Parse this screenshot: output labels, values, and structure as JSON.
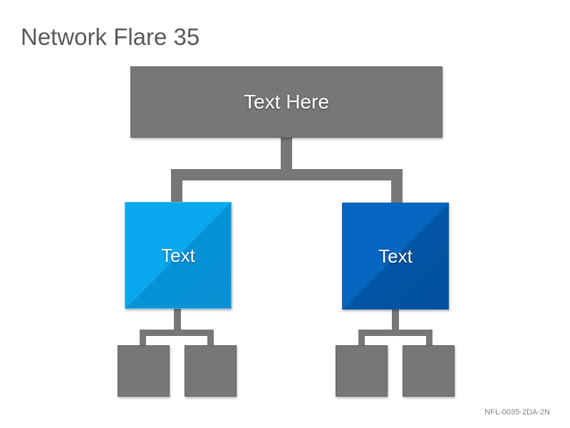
{
  "title": "Network Flare 35",
  "top_box": {
    "label": "Text Here"
  },
  "mid_boxes": [
    {
      "label": "Text",
      "color": "#0aa8ee"
    },
    {
      "label": "Text",
      "color": "#0567c2"
    }
  ],
  "colors": {
    "connector": "#777777",
    "gray_box": "#777777",
    "title": "#595959"
  },
  "footer": {
    "code": "NFL-0035-2DA-2N"
  }
}
